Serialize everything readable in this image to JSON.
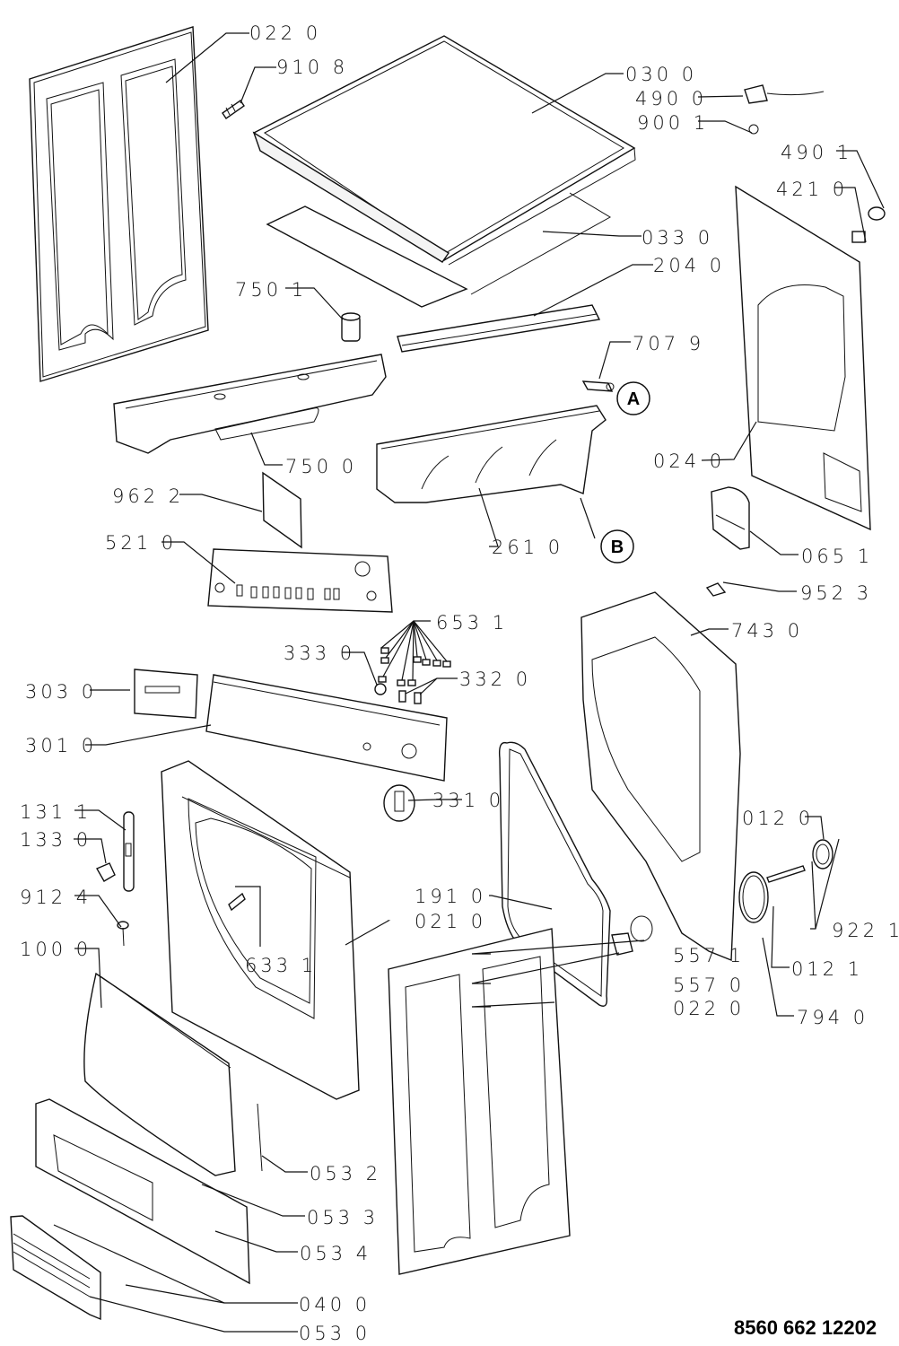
{
  "document_number": "8560 662 12202",
  "callouts": {
    "a": "A",
    "b": "B"
  },
  "parts": {
    "p0220_top": "022 0",
    "p9108": "910 8",
    "p0300": "030 0",
    "p4900": "490 0",
    "p9001": "900 1",
    "p4901": "490 1",
    "p4210": "421 0",
    "p0330": "033 0",
    "p2040": "204 0",
    "p7501": "750 1",
    "p7079": "707 9",
    "p7500": "750 0",
    "p0240": "024 0",
    "p9622": "962 2",
    "p2610": "261 0",
    "p0651": "065 1",
    "p5210": "521 0",
    "p9523": "952 3",
    "p6531": "653 1",
    "p7430": "743 0",
    "p3330": "333 0",
    "p3320": "332 0",
    "p3030": "303 0",
    "p3010": "301 0",
    "p3310": "331 0",
    "p1311": "131 1",
    "p0120": "012 0",
    "p1330": "133 0",
    "p1910": "191 0",
    "p9124": "912 4",
    "p0210": "021 0",
    "p9221": "922 1",
    "p1000": "100 0",
    "p6331": "633 1",
    "p5571": "557 1",
    "p0121": "012 1",
    "p5570": "557 0",
    "p0220_bottom": "022 0",
    "p7940": "794 0",
    "p0532": "053 2",
    "p0533": "053 3",
    "p0534": "053 4",
    "p0400": "040 0",
    "p0530": "053 0"
  }
}
